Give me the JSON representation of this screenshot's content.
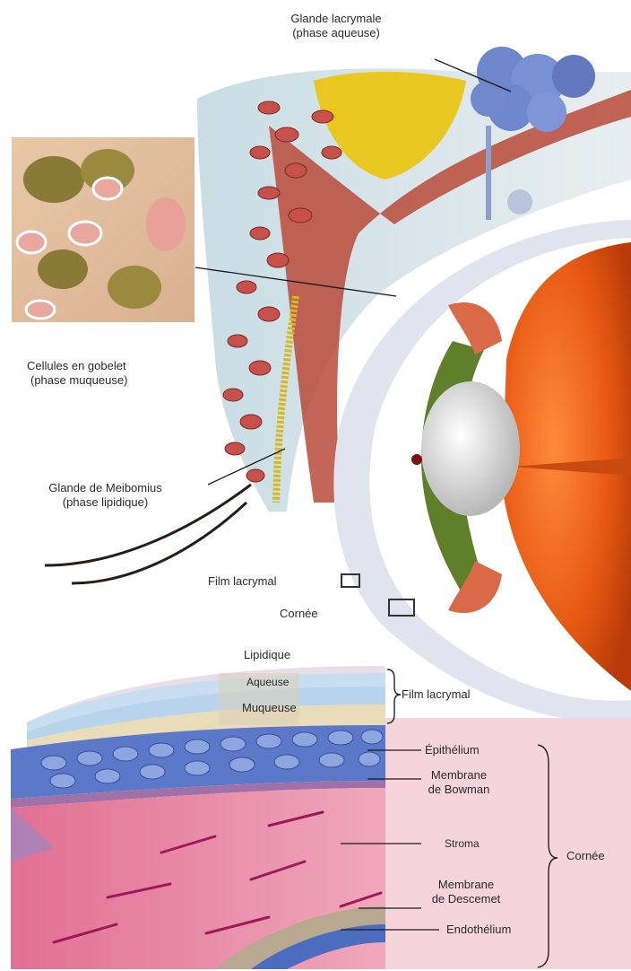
{
  "labels": {
    "glande_lacrymale_1": "Glande lacrymale",
    "glande_lacrymale_2": "(phase aqueuse)",
    "cellules_gobelet_1": "Cellules en gobelet",
    "cellules_gobelet_2": "(phase muqueuse)",
    "meibomius_1": "Glande de Meibomius",
    "meibomius_2": "(phase lipidique)",
    "film_lacrymal_eye": "Film lacrymal",
    "cornee_eye": "Cornée",
    "lipidique": "Lipidique",
    "aqueuse": "Aqueuse",
    "muqueuse": "Muqueuse",
    "film_lacrymal_bracket": "Film lacrymal",
    "epithelium": "Épithélium",
    "bowman_1": "Membrane",
    "bowman_2": "de Bowman",
    "stroma": "Stroma",
    "descemet_1": "Membrane",
    "descemet_2": "de Descemet",
    "endothelium": "Endothélium",
    "cornee_bracket": "Cornée"
  },
  "colors": {
    "iris": "#5f7f2a",
    "lens": "#e8e8e8",
    "eyeball": "#e85a14",
    "muscle": "#b84a3a",
    "fat": "#e8c820",
    "lacrimal_gland": "#6e86cc",
    "stroma": "#e67fa0",
    "epithelium": "#5c78c8",
    "tear_aqueous": "#c8def0",
    "tear_mucous": "#e9dcb8"
  }
}
